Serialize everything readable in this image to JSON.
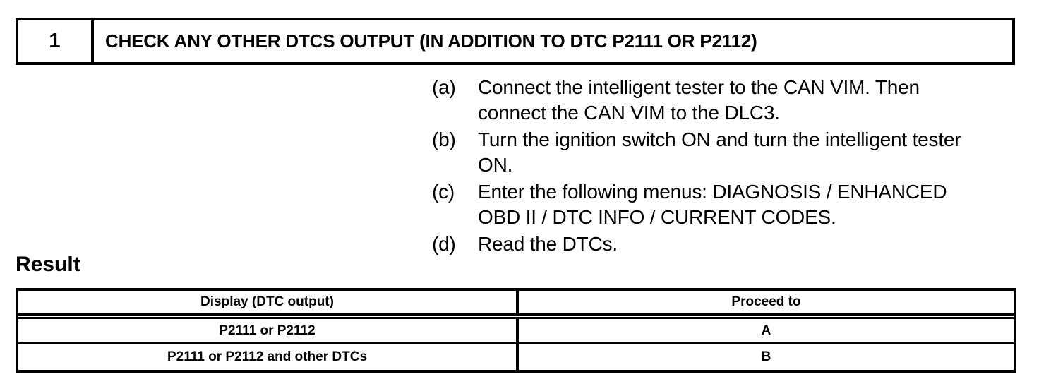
{
  "procedure": {
    "step_number": "1",
    "title": "CHECK ANY OTHER DTCS OUTPUT (IN ADDITION TO DTC P2111 OR P2112)"
  },
  "instructions": [
    {
      "marker": "(a)",
      "line1": "Connect the intelligent tester to the CAN VIM. Then",
      "line2": "connect the CAN VIM to the DLC3."
    },
    {
      "marker": "(b)",
      "line1": "Turn the ignition switch ON and turn the intelligent tester",
      "line2": "ON."
    },
    {
      "marker": "(c)",
      "line1": "Enter the following menus: DIAGNOSIS / ENHANCED",
      "line2": "OBD II / DTC INFO / CURRENT CODES."
    },
    {
      "marker": "(d)",
      "line1": "Read the DTCs.",
      "line2": ""
    }
  ],
  "result": {
    "heading": "Result",
    "table": {
      "columns": [
        "Display (DTC output)",
        "Proceed to"
      ],
      "rows": [
        {
          "display": "P2111 or P2112",
          "proceed_to": "A"
        },
        {
          "display": "P2111 or P2112 and other DTCs",
          "proceed_to": "B"
        }
      ]
    }
  },
  "colors": {
    "ink": "#000000",
    "paper": "#ffffff"
  }
}
